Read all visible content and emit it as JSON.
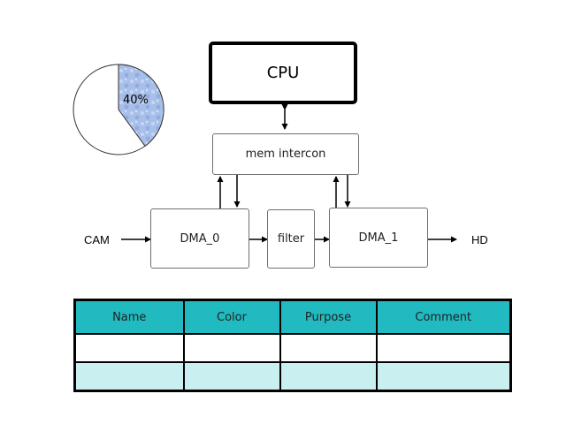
{
  "diagram": {
    "cpu_label": "CPU",
    "interconnect_label": "mem intercon",
    "dma0_label": "DMA_0",
    "filter_label": "filter",
    "dma1_label": "DMA_1",
    "input_label": "CAM",
    "output_label": "HD"
  },
  "pie": {
    "percent_label": "40%",
    "fraction": 0.4,
    "slice_color": "#a8bfea",
    "rest_color": "#ffffff"
  },
  "table": {
    "columns": [
      "Name",
      "Color",
      "Purpose",
      "Comment"
    ],
    "rows": [
      [
        "",
        "",
        "",
        ""
      ],
      [
        "",
        "",
        "",
        ""
      ]
    ],
    "header_color": "#21bac0",
    "alt_row_color": "#c9eff1"
  }
}
